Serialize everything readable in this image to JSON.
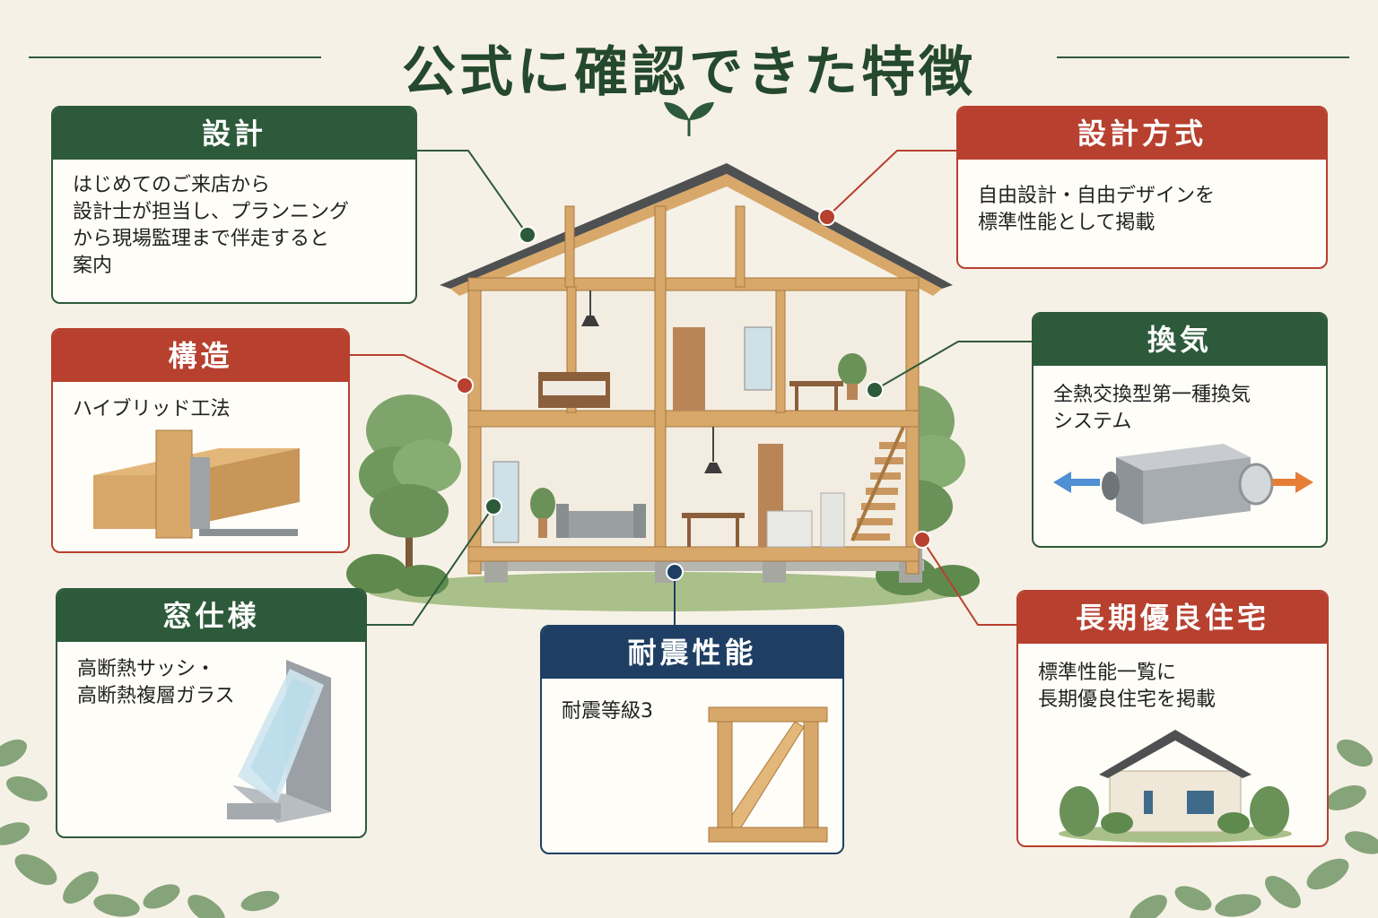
{
  "title": "公式に確認できた特徴",
  "colors": {
    "green": "#2d5a3a",
    "red": "#b7402f",
    "navy": "#1e3f63",
    "background": "#f6f1e6",
    "wood": "#d7a86a"
  },
  "cards": {
    "design": {
      "heading": "設計",
      "lines": [
        "はじめてのご来店から",
        "設計士が担当し、プランニング",
        "から現場監理まで伴走すると",
        "案内"
      ]
    },
    "design_method": {
      "heading": "設計方式",
      "lines": [
        "自由設計・自由デザインを",
        "標準性能として掲載"
      ]
    },
    "structure": {
      "heading": "構造",
      "lines": [
        "ハイブリッド工法"
      ],
      "icon": "wood-joint-icon"
    },
    "ventilation": {
      "heading": "換気",
      "lines": [
        "全熱交換型第一種換気",
        "システム"
      ],
      "icon": "ventilation-unit-icon"
    },
    "window": {
      "heading": "窓仕様",
      "lines": [
        "高断熱サッシ・",
        "高断熱複層ガラス"
      ],
      "icon": "window-sash-icon"
    },
    "seismic": {
      "heading": "耐震性能",
      "lines": [
        "耐震等級3"
      ],
      "icon": "braced-frame-icon"
    },
    "long_term": {
      "heading": "長期優良住宅",
      "lines": [
        "標準性能一覧に",
        "長期優良住宅を掲載"
      ],
      "icon": "small-house-icon"
    }
  }
}
